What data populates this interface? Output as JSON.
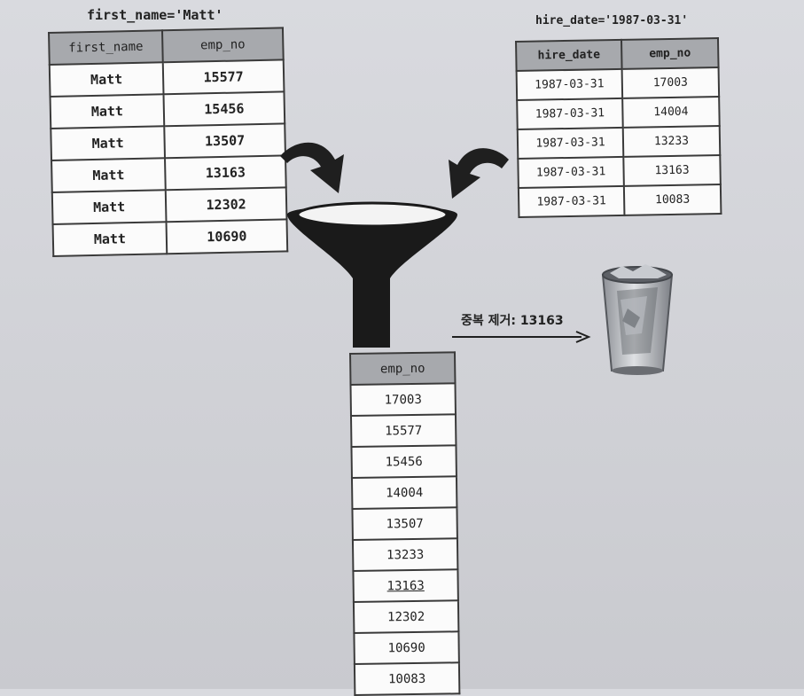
{
  "left_table": {
    "caption": "first_name='Matt'",
    "headers": [
      "first_name",
      "emp_no"
    ],
    "rows": [
      [
        "Matt",
        "15577"
      ],
      [
        "Matt",
        "15456"
      ],
      [
        "Matt",
        "13507"
      ],
      [
        "Matt",
        "13163"
      ],
      [
        "Matt",
        "12302"
      ],
      [
        "Matt",
        "10690"
      ]
    ]
  },
  "right_table": {
    "caption": "hire_date='1987-03-31'",
    "headers": [
      "hire_date",
      "emp_no"
    ],
    "rows": [
      [
        "1987-03-31",
        "17003"
      ],
      [
        "1987-03-31",
        "14004"
      ],
      [
        "1987-03-31",
        "13233"
      ],
      [
        "1987-03-31",
        "13163"
      ],
      [
        "1987-03-31",
        "10083"
      ]
    ]
  },
  "result_table": {
    "header": "emp_no",
    "rows": [
      "17003",
      "15577",
      "15456",
      "14004",
      "13507",
      "13233",
      "13163",
      "12302",
      "10690",
      "10083"
    ],
    "duplicate": "13163"
  },
  "dedupe_label": "중복 제거: 13163",
  "icons": [
    "curved-arrow-icon",
    "funnel-icon",
    "arrow-right-icon",
    "trash-bin-icon"
  ],
  "colors": {
    "header_fill": "#a7a9ad",
    "border": "#3a3a3a",
    "ink": "#1f1f1f"
  }
}
